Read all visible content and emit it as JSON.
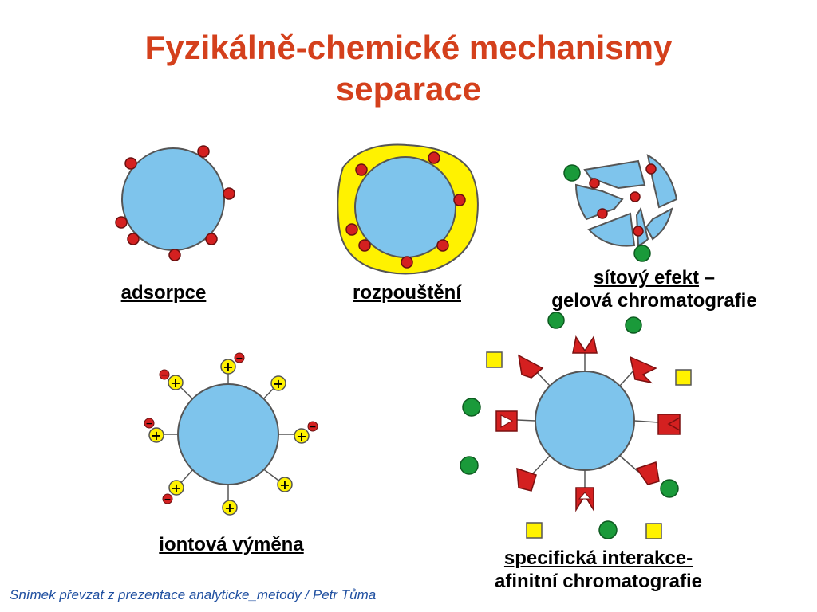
{
  "title": {
    "line1": "Fyzikálně-chemické mechanismy",
    "line2": "separace",
    "color": "#d4401c"
  },
  "labels": {
    "adsorption": "adsorpce",
    "dissolution": "rozpouštění",
    "sieve_underlined": "sítový efekt",
    "sieve_dash": " –",
    "sieve_line2": "gelová chromatografie",
    "ion_exchange": "iontová výměna",
    "specific_line1": "specifická interakce-",
    "specific_line2": "afinitní chromatografie"
  },
  "footer": {
    "text": "Snímek převzat z prezentace analyticke_metody / Petr Tůma",
    "color": "#1f4fa0"
  },
  "symbols": {
    "plus": "+",
    "minus": "−"
  },
  "colors": {
    "particle_fill": "#7ec4ec",
    "particle_stroke": "#555555",
    "red_dot": "#d42020",
    "yellow_layer": "#fff200",
    "green_dot": "#1a9a3a",
    "yellow_square": "#fff200",
    "ligand_red": "#d42020"
  }
}
